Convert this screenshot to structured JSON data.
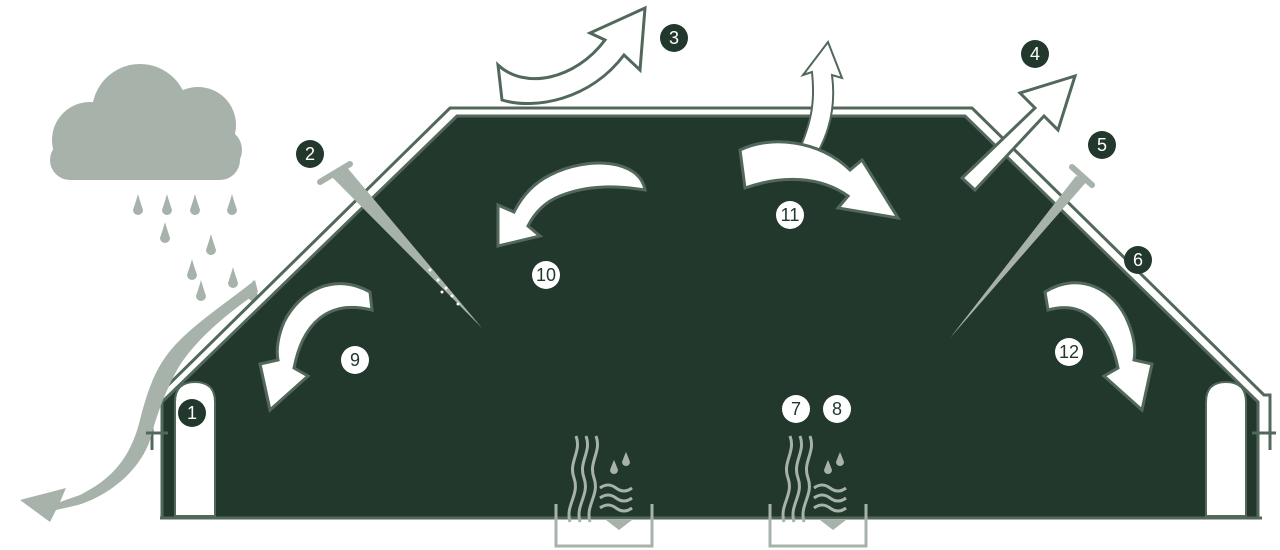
{
  "colors": {
    "background": "#ffffff",
    "building": "#22382c",
    "outline": "#51685a",
    "accent_grey": "#a7b2ab",
    "badge_dark": "#22382c",
    "badge_light": "#ffffff",
    "arrow_fill": "#ffffff",
    "arrow_stroke": "#51685a"
  },
  "labels": {
    "n1": "1",
    "n2": "2",
    "n3": "3",
    "n4": "4",
    "n5": "5",
    "n6": "6",
    "n7": "7",
    "n8": "8",
    "n9": "9",
    "n10": "10",
    "n11": "11",
    "n12": "12"
  },
  "icons": [
    "cloud-icon",
    "rain-icon",
    "nail-icon",
    "nail-icon",
    "arrow-icon",
    "tray-icon",
    "heat-wave-icon",
    "vapor-icon",
    "door-icon"
  ]
}
